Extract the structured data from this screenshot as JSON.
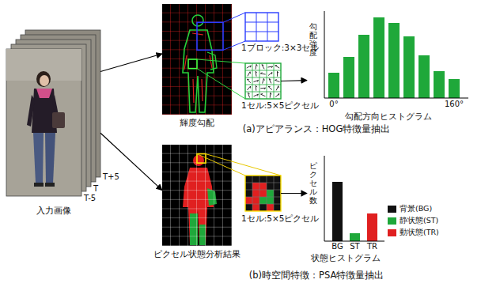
{
  "diagram": {
    "nodes": [
      {
        "text": [
          "入力画像"
        ]
      },
      {
        "text": [
          "輝度勾配"
        ]
      },
      {
        "text": [
          "1ブロック:3×3セル"
        ]
      },
      {
        "text": [
          "1セル:5×5ピクセル"
        ]
      },
      {
        "text": [
          "勾配方向ヒストグラム"
        ]
      },
      {
        "text": [
          "ピクセル状態分析結果"
        ]
      },
      {
        "text": [
          "1セル:5×5ピクセル"
        ]
      },
      {
        "text": [
          "状態ヒストグラム"
        ]
      }
    ],
    "edges": [
      {
        "from": 0,
        "to": 1,
        "arrow": "to"
      },
      {
        "from": 0,
        "to": 5,
        "arrow": "to"
      },
      {
        "from": 1,
        "to": 2,
        "arrow": "none"
      },
      {
        "from": 1,
        "to": 3,
        "arrow": "none"
      },
      {
        "from": 3,
        "to": 4,
        "arrow": "to"
      },
      {
        "from": 5,
        "to": 6,
        "arrow": "none"
      },
      {
        "from": 6,
        "to": 7,
        "arrow": "to"
      }
    ],
    "labels": [
      "T+5",
      "T",
      "T-5",
      "勾配強度",
      "0°",
      "160°",
      "(a)アピアランス：HOG特徴量抽出",
      "ピクセル数",
      "BG",
      "ST",
      "TR",
      "(b)時空間特徴：PSA特徴量抽出"
    ],
    "legend": [
      {
        "text": "背景(BG)",
        "color": "#111111"
      },
      {
        "text": "静状態(ST)",
        "color": "#1fa83a"
      },
      {
        "text": "動状態(TR)",
        "color": "#e02020"
      }
    ]
  }
}
